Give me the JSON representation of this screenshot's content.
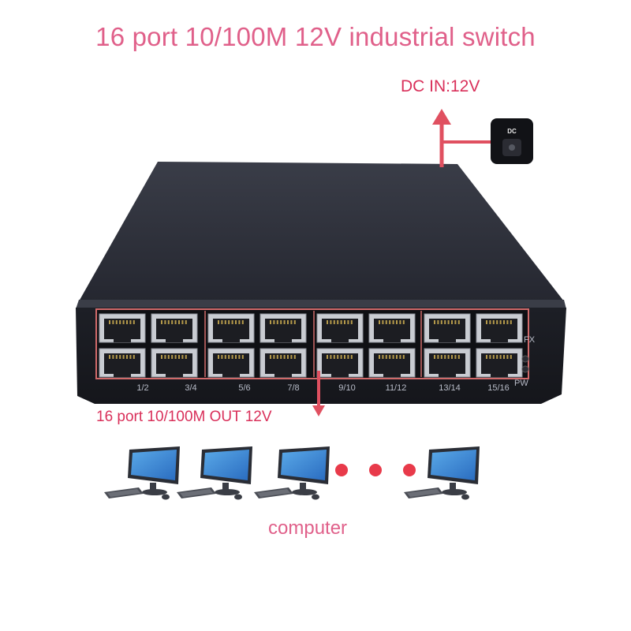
{
  "title": "16 port 10/100M 12V industrial switch",
  "dc_label": "DC IN:12V",
  "dc_jack_text": "DC",
  "out_label": "16 port 10/100M OUT 12V",
  "computer_label": "computer",
  "led_labels": {
    "fx": "FX",
    "pw": "PW"
  },
  "port_numbers": [
    "1/2",
    "3/4",
    "5/6",
    "7/8",
    "9/10",
    "11/12",
    "13/14",
    "15/16"
  ],
  "colors": {
    "accent": "#e0608a",
    "arrow": "#e05060",
    "panel_border": "#d06a6a",
    "chassis": "#24262e"
  },
  "computers_shown": 4,
  "ellipsis_dots": 3
}
